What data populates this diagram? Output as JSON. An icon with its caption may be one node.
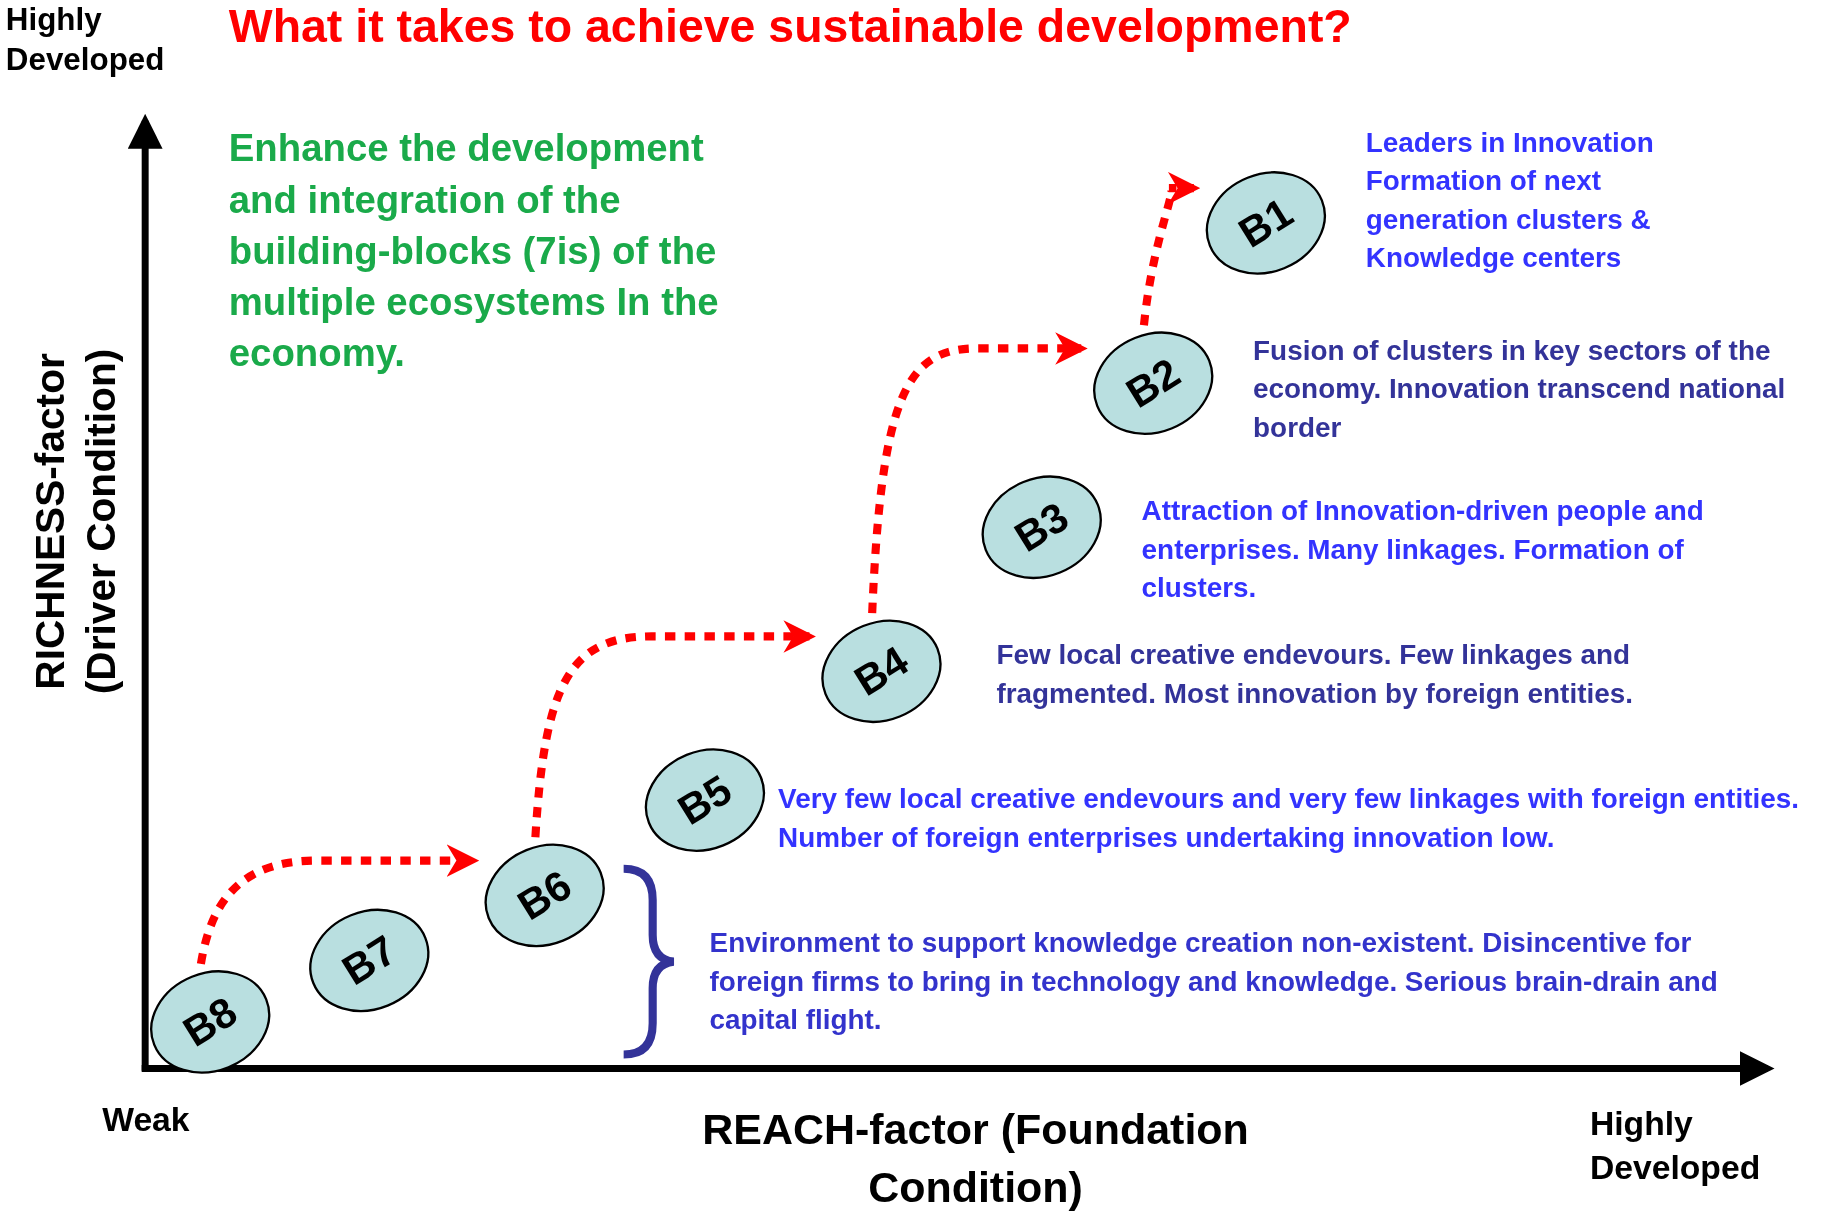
{
  "diagram": {
    "title": "What it takes to achieve sustainable development?",
    "nodes": [
      {
        "text": [
          "B1"
        ],
        "beside": [
          "Leaders in Innovation Formation of next generation clusters & Knowledge centers"
        ]
      },
      {
        "text": [
          "B2"
        ],
        "beside": [
          "Fusion of clusters in key sectors of the economy. Innovation transcend national border"
        ]
      },
      {
        "text": [
          "B3"
        ],
        "beside": [
          "Attraction of Innovation-driven people and enterprises. Many linkages. Formation of clusters."
        ]
      },
      {
        "text": [
          "B4"
        ],
        "beside": [
          "Few local creative endevours. Few linkages and fragmented. Most innovation by foreign entities."
        ]
      },
      {
        "text": [
          "B5"
        ],
        "beside": [
          "Very few local creative endevours and very few linkages with foreign entities. Number of foreign enterprises undertaking innovation low."
        ]
      },
      {
        "text": [
          "B6"
        ]
      },
      {
        "text": [
          "B7"
        ]
      },
      {
        "text": [
          "B8"
        ]
      }
    ],
    "edges": [
      {
        "from": 7,
        "to": 5,
        "arrow": "to",
        "style": "dashed"
      },
      {
        "from": 5,
        "to": 3,
        "arrow": "to",
        "style": "dashed"
      },
      {
        "from": 3,
        "to": 1,
        "arrow": "to",
        "style": "dashed"
      },
      {
        "from": 1,
        "to": 0,
        "arrow": "to",
        "style": "dashed"
      }
    ],
    "labels": [
      "Highly Developed",
      "Enhance the development and integration of the building-blocks (7is) of the multiple ecosystems In the economy.",
      "RICHNESS-factor (Driver Condition)",
      "Environment to support knowledge creation non-existent. Disincentive for foreign firms to bring in technology and knowledge. Serious brain-drain and capital flight.",
      "Weak",
      "REACH-factor (Foundation Condition)",
      "Highly Developed"
    ]
  }
}
